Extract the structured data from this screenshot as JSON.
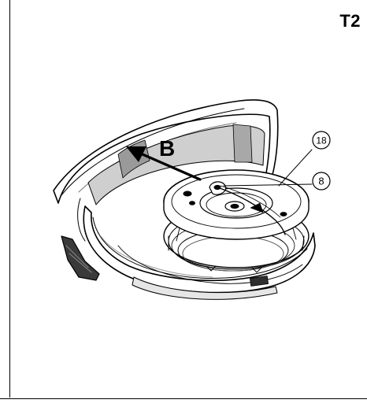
{
  "figure": {
    "tag": "T2",
    "arrow_label": "B",
    "callouts": {
      "spool": "18",
      "line_hole": "8"
    }
  },
  "colors": {
    "ink": "#000000",
    "paper": "#ffffff",
    "shade": "#bdbdbd",
    "dark_shade": "#333333"
  }
}
